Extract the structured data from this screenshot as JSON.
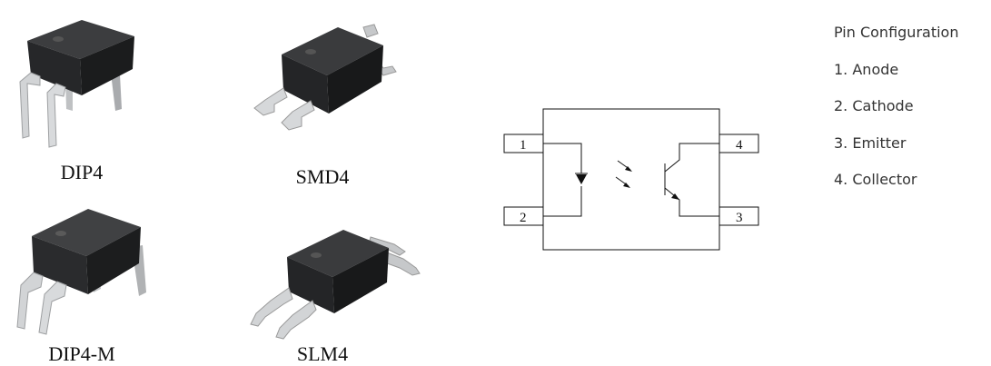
{
  "packages": [
    {
      "name": "DIP4"
    },
    {
      "name": "SMD4"
    },
    {
      "name": "DIP4-M"
    },
    {
      "name": "SLM4"
    }
  ],
  "schematic": {
    "pins": [
      "1",
      "2",
      "4",
      "3"
    ]
  },
  "pin_configuration": {
    "title": "Pin Configuration",
    "items": [
      "1. Anode",
      "2. Cathode",
      "3. Emitter",
      "4. Collector"
    ]
  }
}
